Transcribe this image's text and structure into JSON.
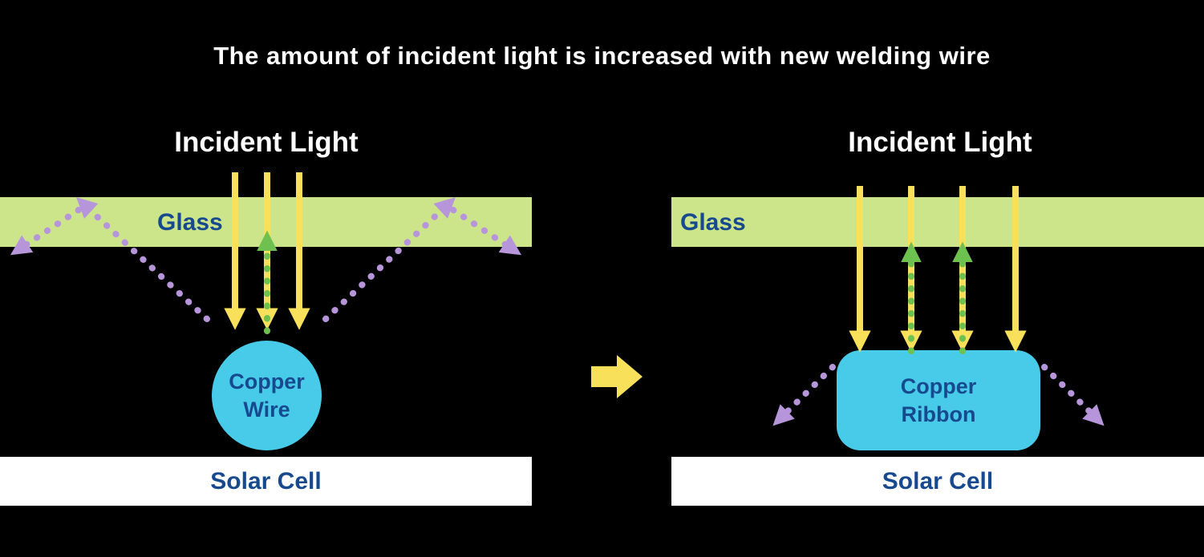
{
  "title": "The amount of incident light is increased with new welding wire",
  "left_panel": {
    "incident_light_label": "Incident Light",
    "glass_label": "Glass",
    "copper_label_line1": "Copper",
    "copper_label_line2": "Wire",
    "solar_cell_label": "Solar Cell"
  },
  "right_panel": {
    "incident_light_label": "Incident Light",
    "glass_label": "Glass",
    "copper_label_line1": "Copper",
    "copper_label_line2": "Ribbon",
    "solar_cell_label": "Solar Cell"
  },
  "icons": {
    "transition_arrow": "right-block-arrow",
    "incident_light_arrows": "solid-yellow-down-arrows",
    "reflected_light_arrows": "dotted-purple-arrows",
    "returned_light_arrows": "dotted-green-up-arrows"
  },
  "colors": {
    "background": "#000000",
    "title_text": "#ffffff",
    "glass_fill": "#cce58a",
    "label_text": "#17498f",
    "incident_arrow": "#f8e05b",
    "reflected_arrow": "#b795da",
    "returned_arrow": "#6fc14f",
    "copper_fill": "#47cbe8",
    "solar_cell_fill": "#ffffff"
  }
}
